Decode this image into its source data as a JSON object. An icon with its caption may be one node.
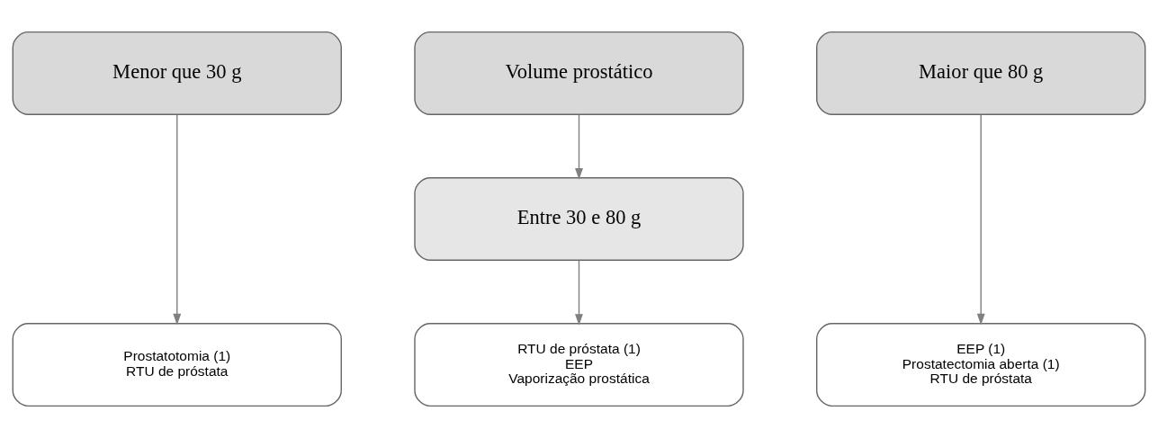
{
  "diagram": {
    "nodes": [
      {
        "text": [
          "Menor que 30 g"
        ]
      },
      {
        "text": [
          "Volume prostático"
        ]
      },
      {
        "text": [
          "Maior que 80 g"
        ]
      },
      {
        "text": [
          "Entre 30 e 80 g"
        ]
      },
      {
        "text": [
          "Prostatotomia (1)",
          "RTU de próstata"
        ]
      },
      {
        "text": [
          "RTU de próstata (1)",
          "EEP",
          "Vaporização prostática"
        ]
      },
      {
        "text": [
          "EEP (1)",
          "Prostatectomia aberta (1)",
          "RTU de próstata"
        ]
      }
    ],
    "edges": [
      {
        "from": 0,
        "to": 4,
        "arrow": "to"
      },
      {
        "from": 1,
        "to": 3,
        "arrow": "to"
      },
      {
        "from": 3,
        "to": 5,
        "arrow": "to"
      },
      {
        "from": 2,
        "to": 6,
        "arrow": "to"
      }
    ]
  }
}
